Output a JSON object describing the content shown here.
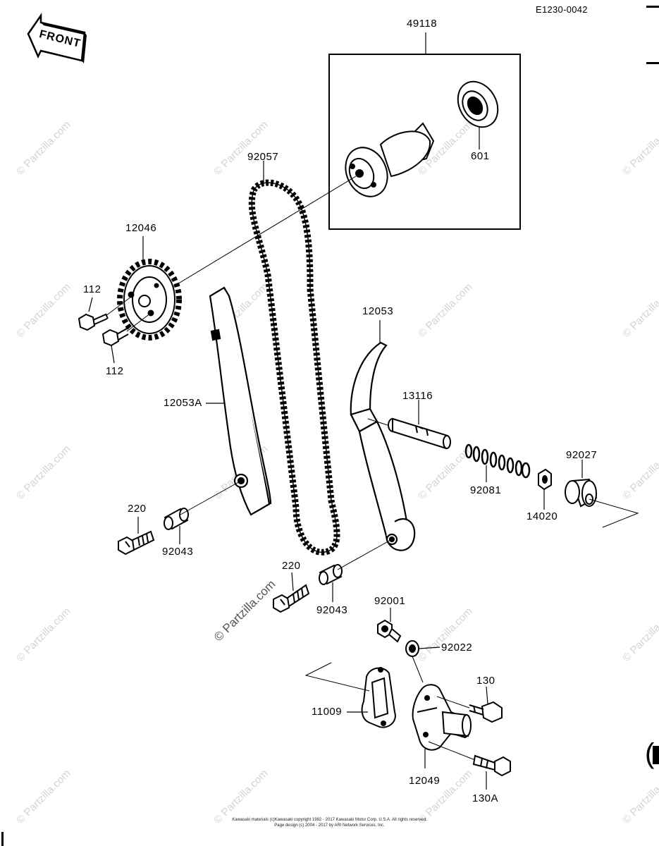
{
  "document_id": "E1230-0042",
  "direction_tag": "FRONT",
  "watermark": "© Partzilla.com",
  "labels": {
    "p49118": "49118",
    "p601": "601",
    "p92057": "92057",
    "p12046": "12046",
    "p112_top": "112",
    "p112_bottom": "112",
    "p12053": "12053",
    "p12053A": "12053A",
    "p13116": "13116",
    "p92027": "92027",
    "p92081": "92081",
    "p14020": "14020",
    "p220_left": "220",
    "p92043_left": "92043",
    "p220_mid": "220",
    "p92043_mid": "92043",
    "p92001": "92001",
    "p92022": "92022",
    "p130": "130",
    "p11009": "11009",
    "p12049": "12049",
    "p130A": "130A"
  },
  "footer": {
    "line1": "Kawasaki materials (c)Kawasaki copyright 1982 - 2017 Kawasaki Motor Corp. U.S.A. All rights reserved.",
    "line2": "Page design (c) 2004 - 2017 by ARI Network Services, Inc."
  }
}
